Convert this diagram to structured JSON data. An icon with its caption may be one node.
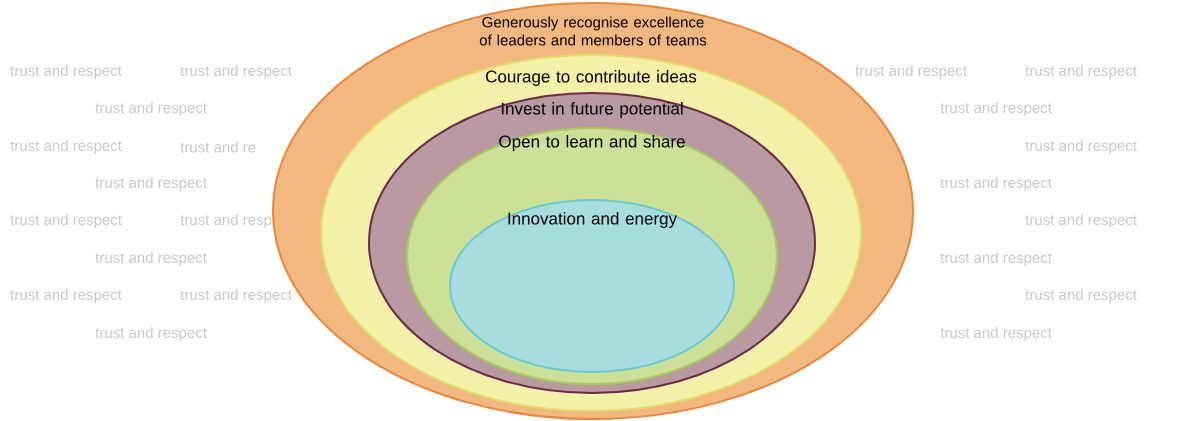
{
  "diagram": {
    "nodes": [
      {
        "text": [
          "Generously recognise excellence of leaders and members of teams"
        ]
      },
      {
        "text": [
          "Courage to contribute ideas"
        ],
        "in": 0
      },
      {
        "text": [
          "Invest in future potential"
        ],
        "in": 1
      },
      {
        "text": [
          "Open to learn and share"
        ],
        "in": 2
      },
      {
        "text": [
          "Innovation and energy"
        ],
        "in": 3
      }
    ],
    "labels": [
      "trust and respect",
      "trust and respect",
      "trust and respect",
      "trust and respect",
      "trust and respect",
      "trust and respect",
      "trust and respect",
      "trust and re",
      "trust and respect",
      "trust and respect",
      "trust and respect",
      "trust and respect",
      "trust and resp",
      "trust and respect",
      "trust and respect",
      "trust and respect",
      "trust and respect",
      "trust and respect",
      "trust and respect",
      "trust and respect",
      "trust and respect"
    ]
  }
}
